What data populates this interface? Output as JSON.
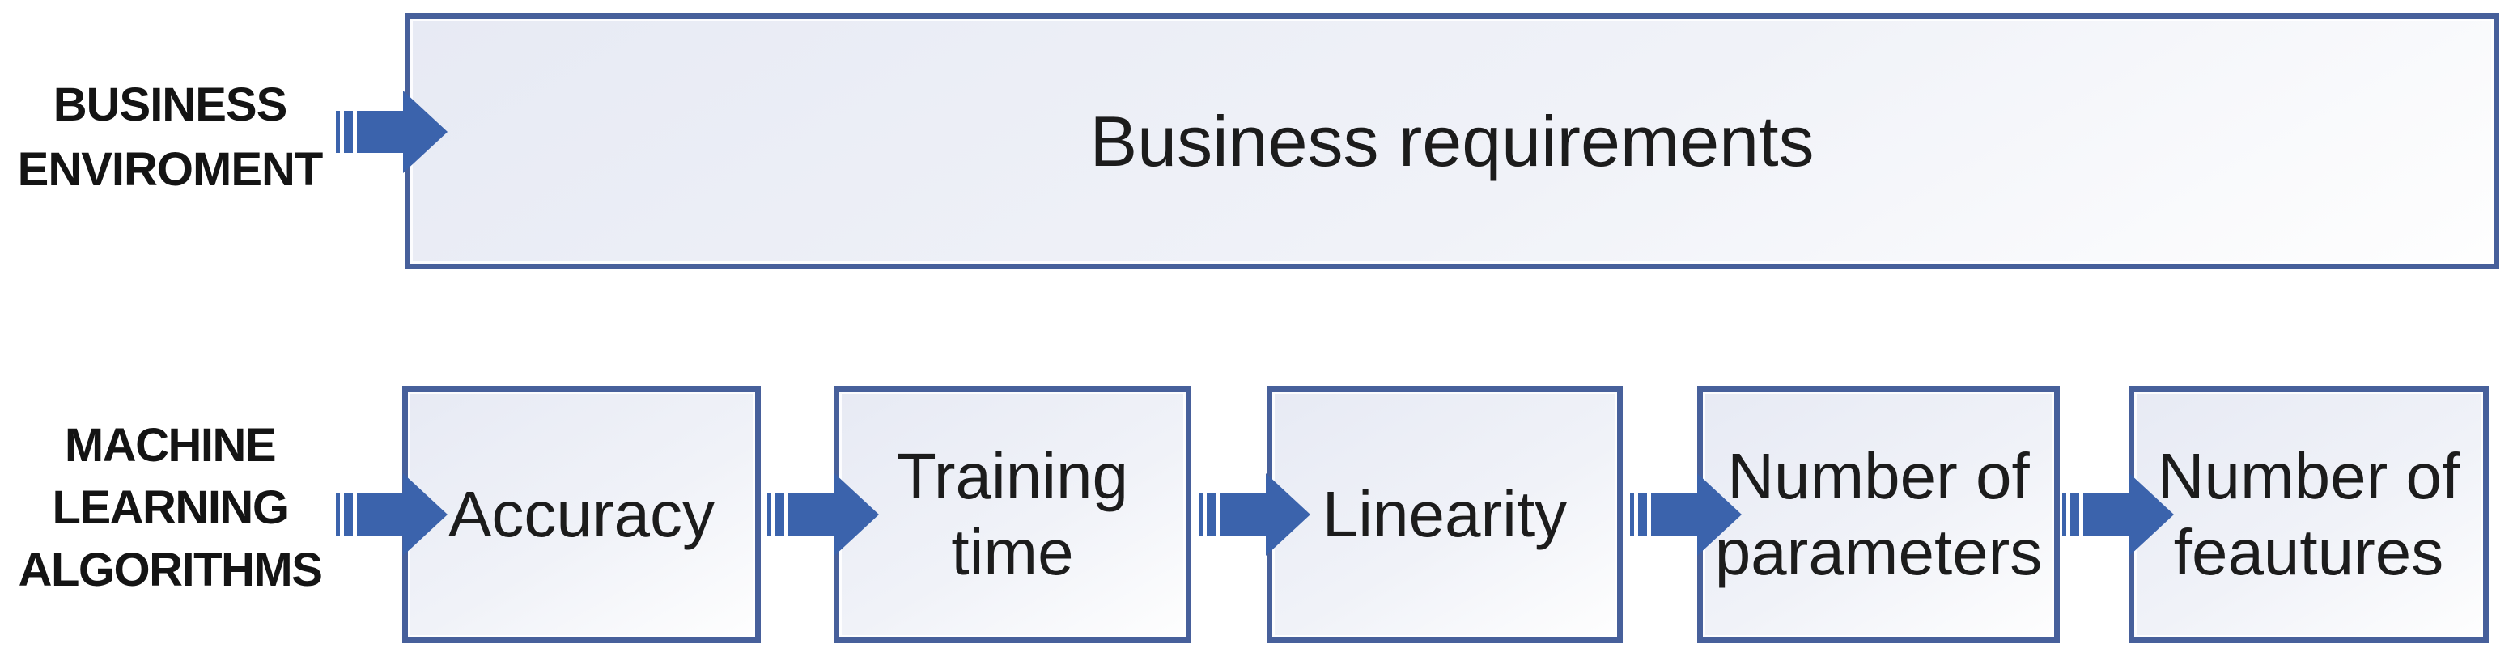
{
  "colors": {
    "background": "#FFFFFF",
    "arrow": "#3B63AC",
    "box_border": "#47609B",
    "box_fill_top": "#E7EAF4",
    "box_fill_mid": "#F0F2F8",
    "box_fill_bottom": "#FEFEFE",
    "text": "#1C1C1C",
    "label_text": "#141414"
  },
  "icons": {
    "flow_arrow": "striped-right-arrow"
  },
  "business_row": {
    "label_lines": [
      "BUSINESS",
      "ENVIROMENT"
    ],
    "box_lines": [
      "Business requirements"
    ]
  },
  "ml_row": {
    "label_lines": [
      "MACHINE",
      "LEARNING",
      "ALGORITHMS"
    ],
    "boxes": [
      {
        "lines": [
          "Accuracy"
        ]
      },
      {
        "lines": [
          "Training",
          "time"
        ]
      },
      {
        "lines": [
          "Linearity"
        ]
      },
      {
        "lines": [
          "Number of",
          "parameters"
        ]
      },
      {
        "lines": [
          "Number of",
          "feautures"
        ]
      }
    ]
  }
}
